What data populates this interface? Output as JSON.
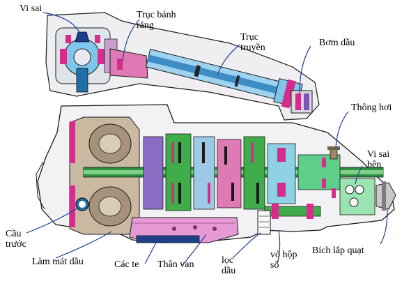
{
  "labels": {
    "vi_sai": "Vi sai",
    "truc_banh_rang_1": "Trục bánh",
    "truc_banh_rang_2": "răng",
    "truc_truyen_1": "Trục",
    "truc_truyen_2": "truyền",
    "bom_dau": "Bơm dầu",
    "thong_hoi": "Thông hơi",
    "vi_sai_ben_1": "Vi sai",
    "vi_sai_ben_2": "bên",
    "cau_truoc_1": "Cầu",
    "cau_truoc_2": "trước",
    "lam_mat_dau": "Làm mát dầu",
    "cac_te": "Các te",
    "than_van": "Thân van",
    "loc_dau_1": "lọc",
    "loc_dau_2": "dầu",
    "vo_hop_so_1": "vỏ hộp",
    "vo_hop_so_2": "số",
    "bich_lap_quat": "Bích lắp quạt"
  },
  "colors": {
    "outline": "#1a1a1a",
    "casing": "#e9e9ec",
    "shaft": "#6fb6e0",
    "shaft_dark": "#2f6f9e",
    "gear_green": "#3fae4a",
    "gear_dark_green": "#1f7a2e",
    "magenta": "#d62d8c",
    "purple": "#7b54b3",
    "torque": "#b9a58a",
    "pink_pan": "#e59ad3",
    "teal": "#3cb9a8",
    "leader": "#1f3f9a"
  }
}
